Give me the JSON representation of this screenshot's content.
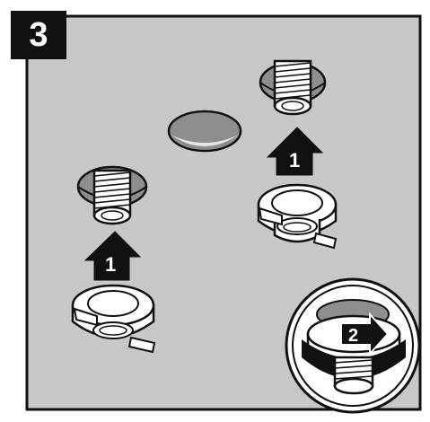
{
  "figure": {
    "step_number": "3",
    "arrow_labels": {
      "lift_left": "1",
      "lift_right": "1",
      "rotate": "2"
    }
  },
  "colors": {
    "panel_fill": "#c8c8c8",
    "hole_fill": "#8e8e8e",
    "outline": "#111111",
    "part_fill": "#ffffff",
    "arrow_fill": "#111111"
  }
}
